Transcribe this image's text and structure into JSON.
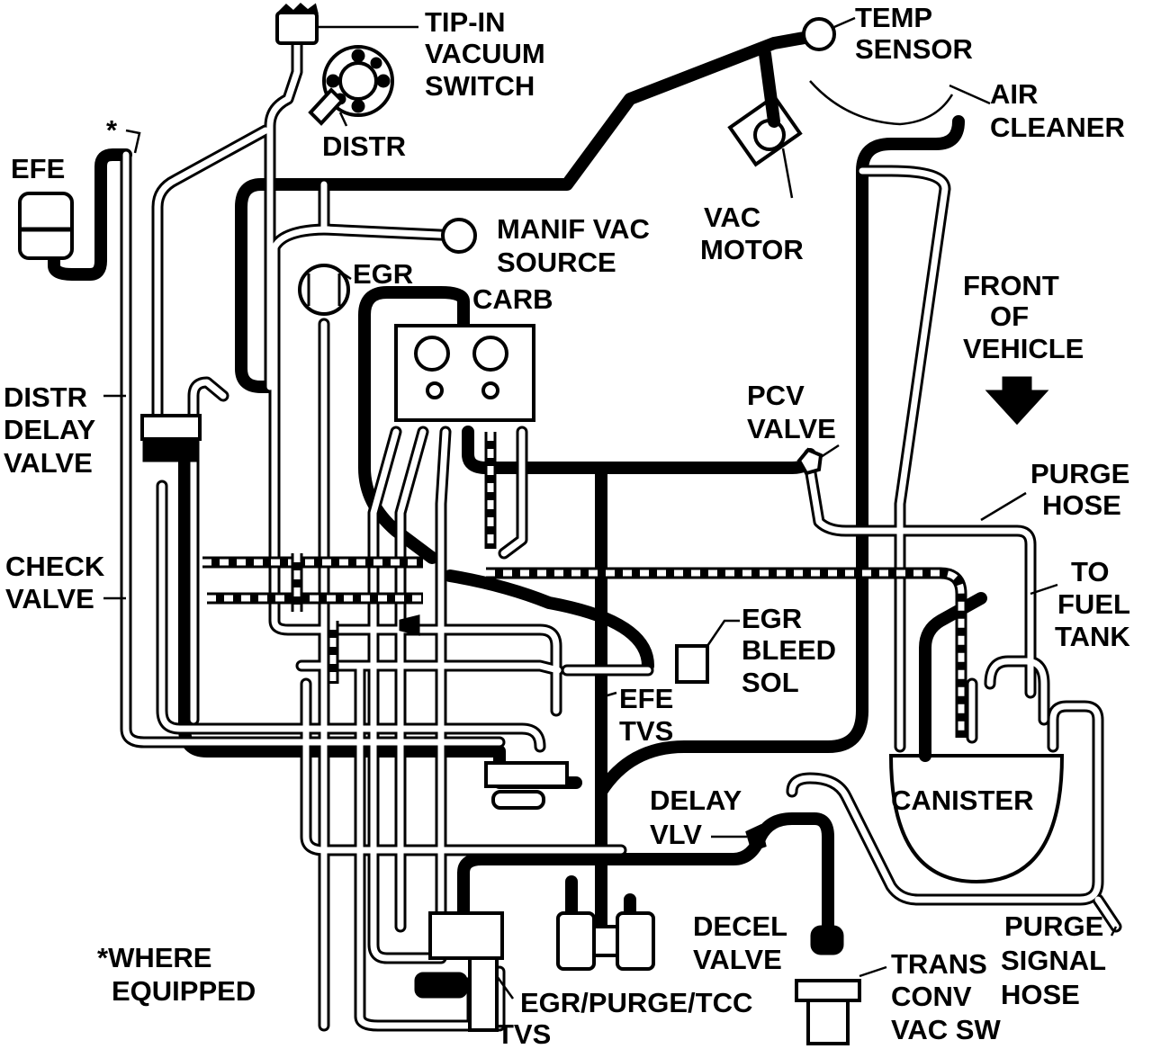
{
  "labels": {
    "tip_in": [
      "TIP-IN",
      "VACUUM",
      "SWITCH"
    ],
    "distr": "DISTR",
    "temp_sensor": [
      "TEMP",
      "SENSOR"
    ],
    "air_cleaner": [
      "AIR",
      "CLEANER"
    ],
    "efe": "EFE",
    "asterisk": "*",
    "manif_vac_source": [
      "MANIF VAC",
      "SOURCE"
    ],
    "vac_motor": [
      "VAC",
      "MOTOR"
    ],
    "egr": "EGR",
    "carb": "CARB",
    "front_of_vehicle": [
      "FRONT",
      "OF",
      "VEHICLE"
    ],
    "distr_delay_valve": [
      "DISTR",
      "DELAY",
      "VALVE"
    ],
    "pcv_valve": [
      "PCV",
      "VALVE"
    ],
    "purge_hose": [
      "PURGE",
      "HOSE"
    ],
    "check_valve": [
      "CHECK",
      "VALVE"
    ],
    "to_fuel_tank": [
      "TO",
      "FUEL",
      "TANK"
    ],
    "egr_bleed_sol": [
      "EGR",
      "BLEED",
      "SOL"
    ],
    "efe_tvs": [
      "EFE",
      "TVS"
    ],
    "delay_vlv": [
      "DELAY",
      "VLV"
    ],
    "canister": "CANISTER",
    "where_equipped": [
      "*WHERE",
      "EQUIPPED"
    ],
    "decel_valve": [
      "DECEL",
      "VALVE"
    ],
    "purge_signal_hose": [
      "PURGE",
      "SIGNAL",
      "HOSE"
    ],
    "trans_conv_vac_sw": [
      "TRANS",
      "CONV",
      "VAC SW"
    ],
    "egr_purge_tcc": "EGR/PURGE/TCC",
    "tvs": "TVS"
  },
  "colors": {
    "line": "#000000",
    "background": "#ffffff"
  }
}
